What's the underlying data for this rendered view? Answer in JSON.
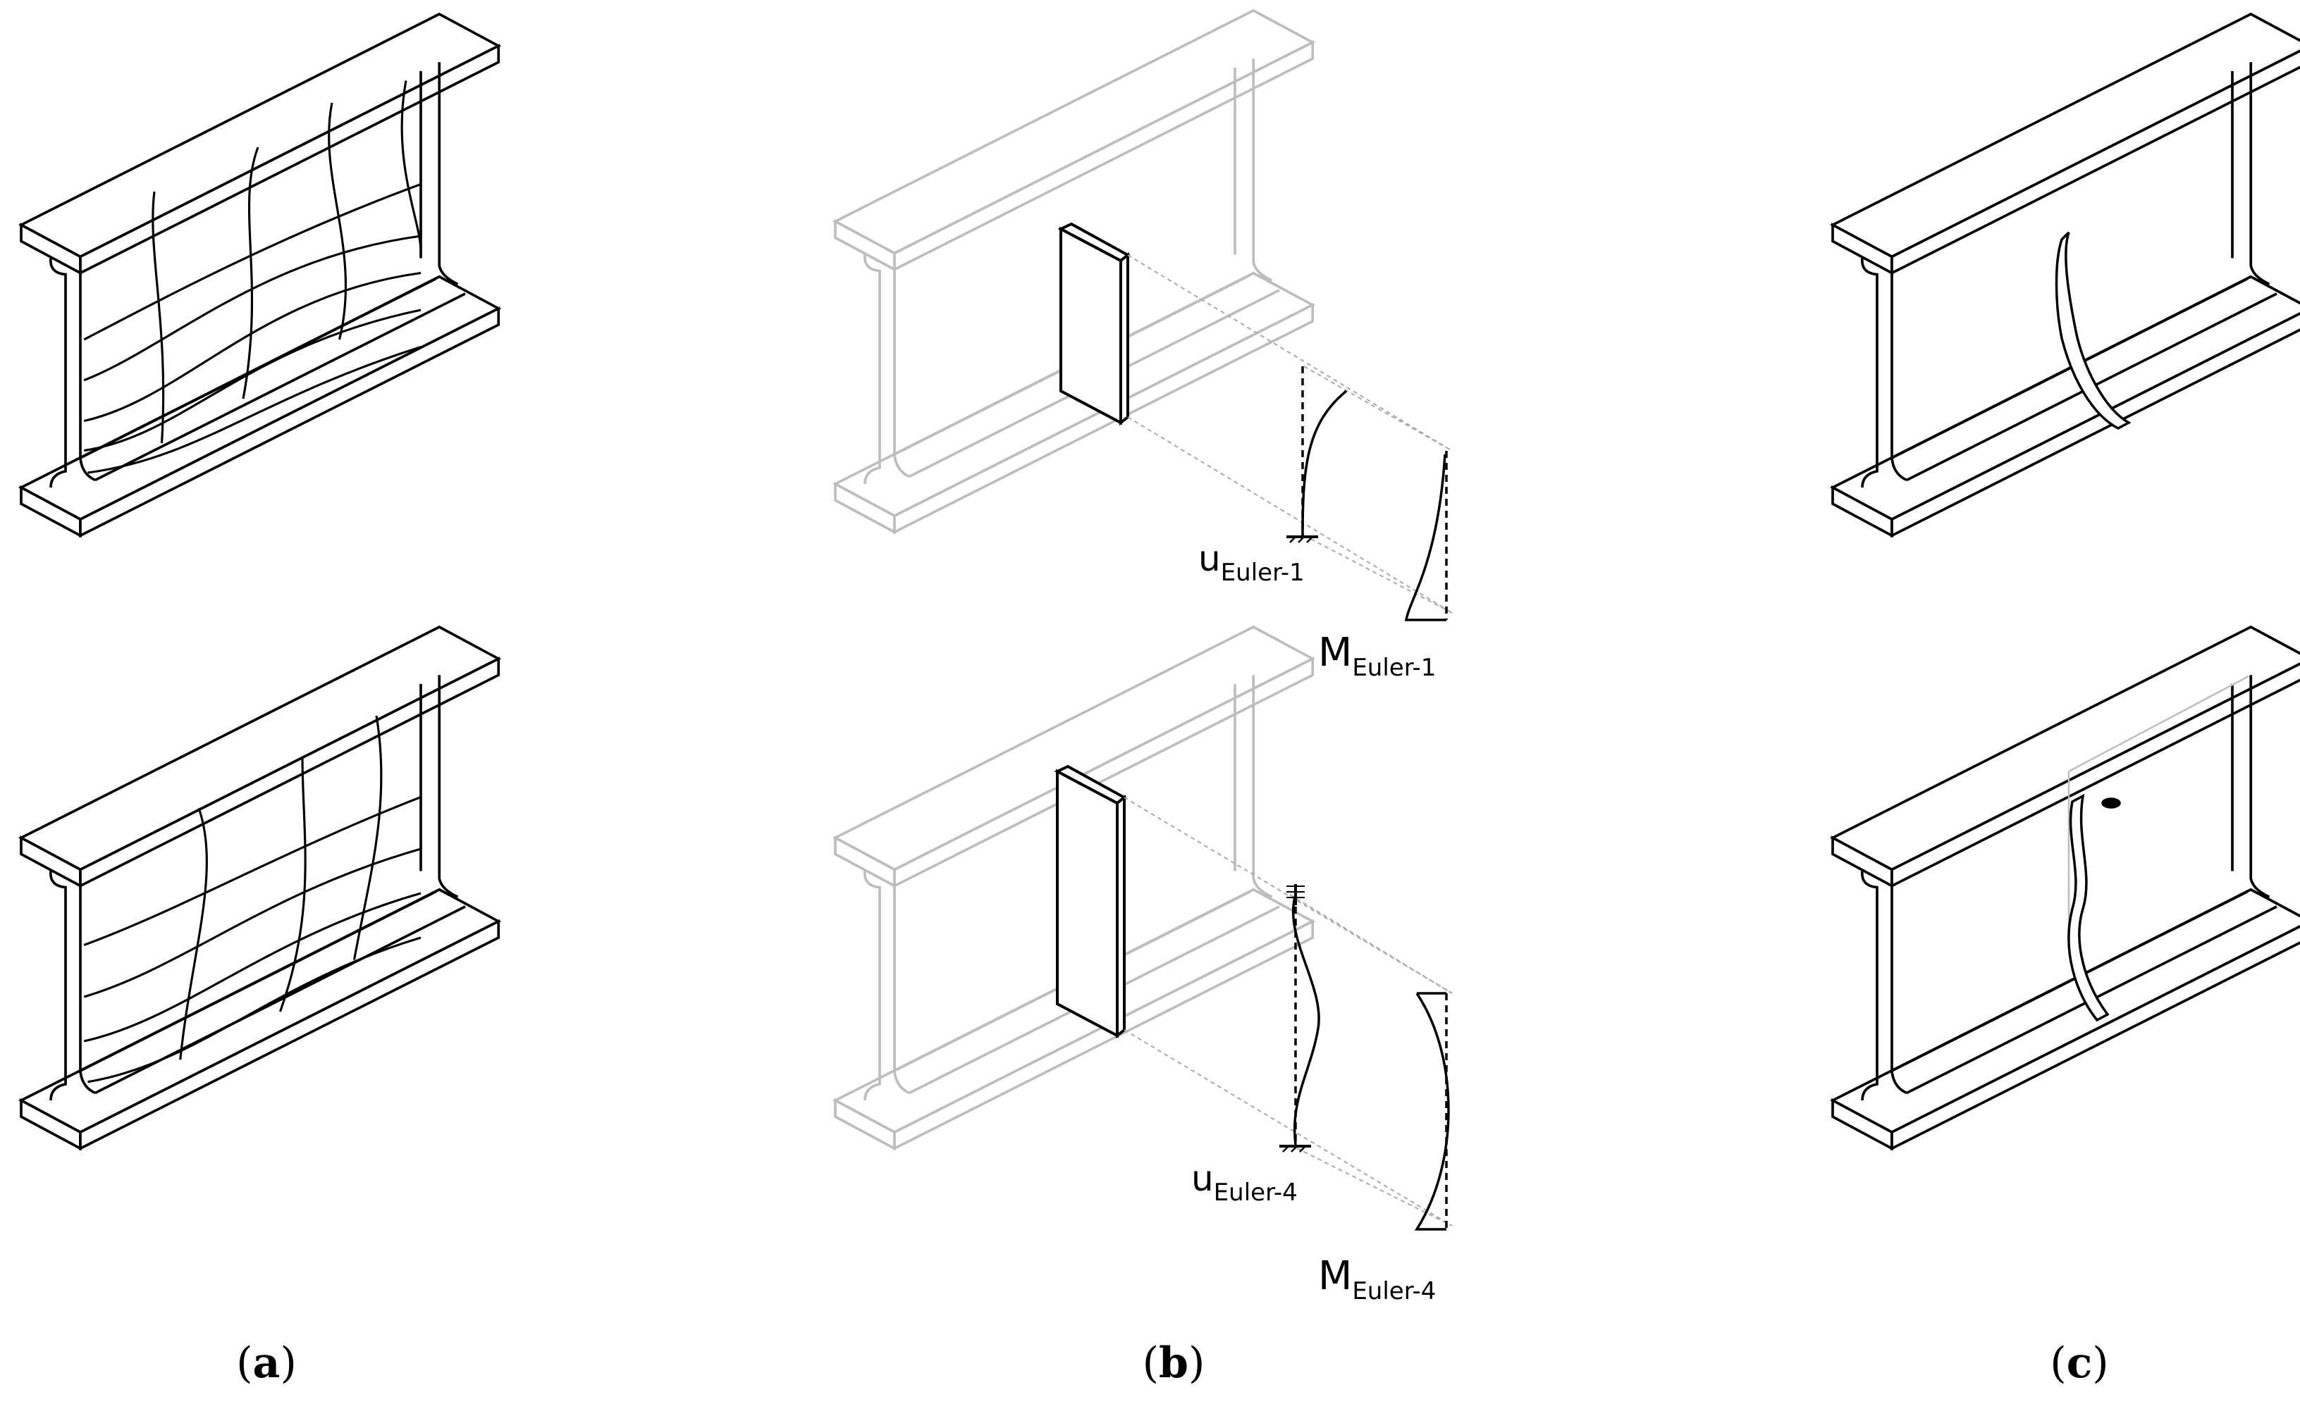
{
  "panels": {
    "a": {
      "caption_open": "(",
      "caption_letter": "a",
      "caption_close": ")"
    },
    "b": {
      "caption_open": "(",
      "caption_letter": "b",
      "caption_close": ")"
    },
    "c": {
      "caption_open": "(",
      "caption_letter": "c",
      "caption_close": ")"
    }
  },
  "labels": {
    "u1": {
      "symbol": "u",
      "sub": "Euler-1"
    },
    "m1": {
      "symbol": "M",
      "sub": "Euler-1"
    },
    "u4": {
      "symbol": "u",
      "sub": "Euler-4"
    },
    "m4": {
      "symbol": "M",
      "sub": "Euler-4"
    }
  },
  "colors": {
    "line": "#000000",
    "ghost": "#bdbdbd",
    "background": "#ffffff"
  }
}
